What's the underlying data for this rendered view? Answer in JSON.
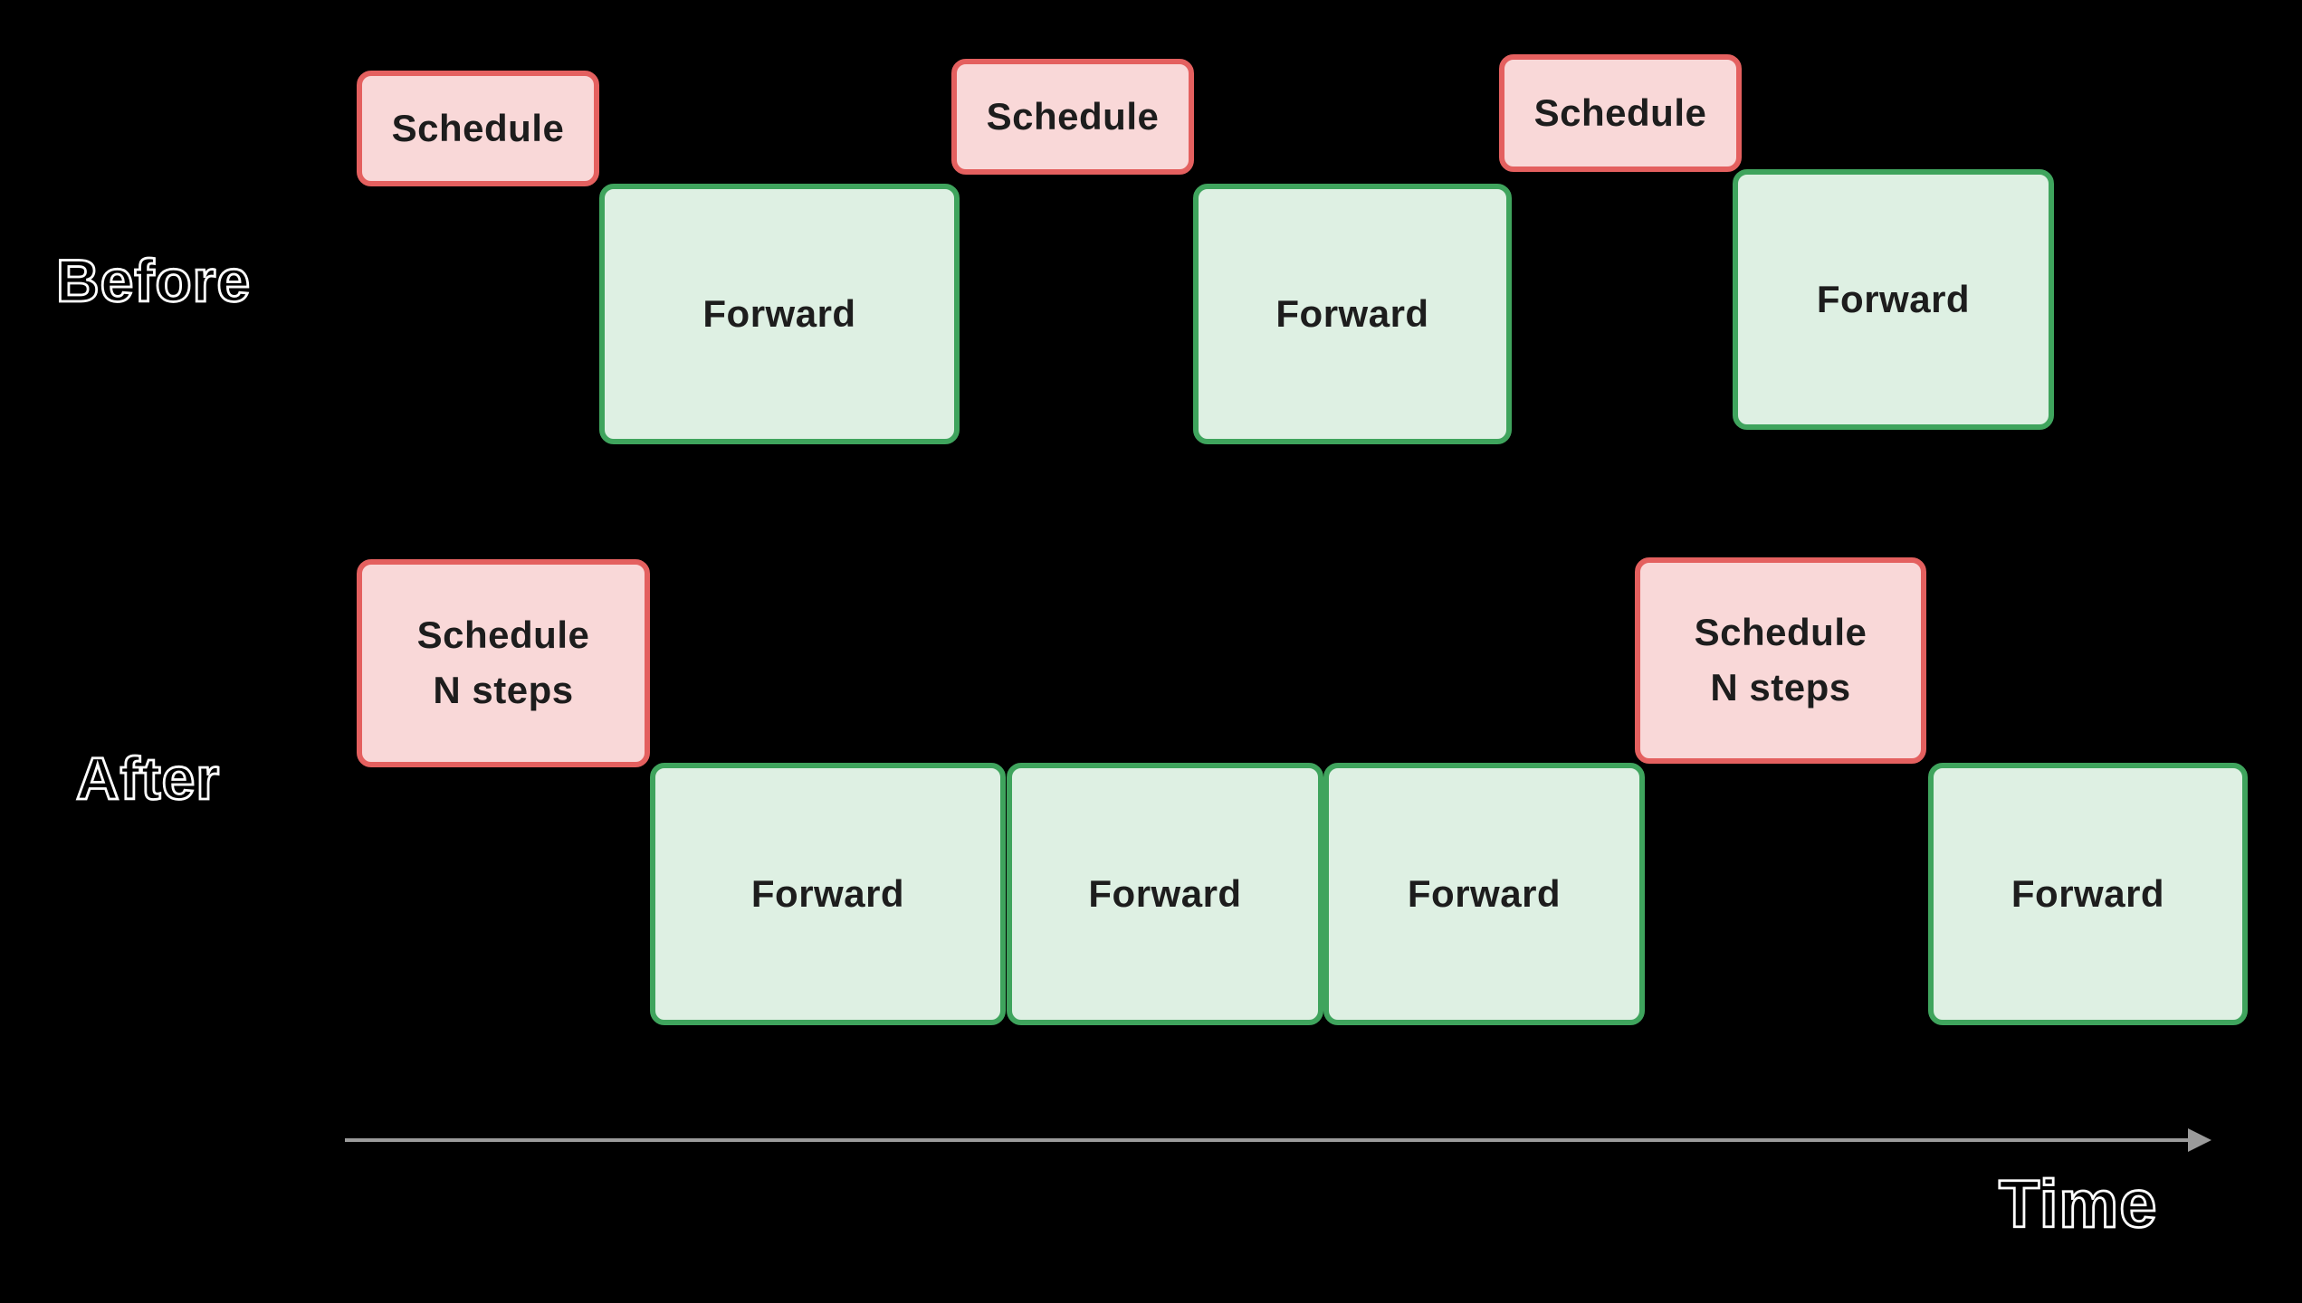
{
  "rows": {
    "before": {
      "label": "Before",
      "boxes": [
        {
          "kind": "schedule",
          "label": "Schedule"
        },
        {
          "kind": "forward",
          "label": "Forward"
        },
        {
          "kind": "schedule",
          "label": "Schedule"
        },
        {
          "kind": "forward",
          "label": "Forward"
        },
        {
          "kind": "schedule",
          "label": "Schedule"
        },
        {
          "kind": "forward",
          "label": "Forward"
        }
      ]
    },
    "after": {
      "label": "After",
      "boxes": [
        {
          "kind": "schedule",
          "label": "Schedule\nN steps"
        },
        {
          "kind": "forward",
          "label": "Forward"
        },
        {
          "kind": "forward",
          "label": "Forward"
        },
        {
          "kind": "forward",
          "label": "Forward"
        },
        {
          "kind": "schedule",
          "label": "Schedule\nN steps"
        },
        {
          "kind": "forward",
          "label": "Forward"
        }
      ]
    }
  },
  "axis": {
    "label": "Time"
  },
  "colors": {
    "background": "#000000",
    "schedule_fill": "#f9d8d8",
    "schedule_border": "#e4605f",
    "forward_fill": "#def0e3",
    "forward_border": "#3fa45d",
    "arrow": "#9b9b9b",
    "label_outline": "#ffffff"
  }
}
